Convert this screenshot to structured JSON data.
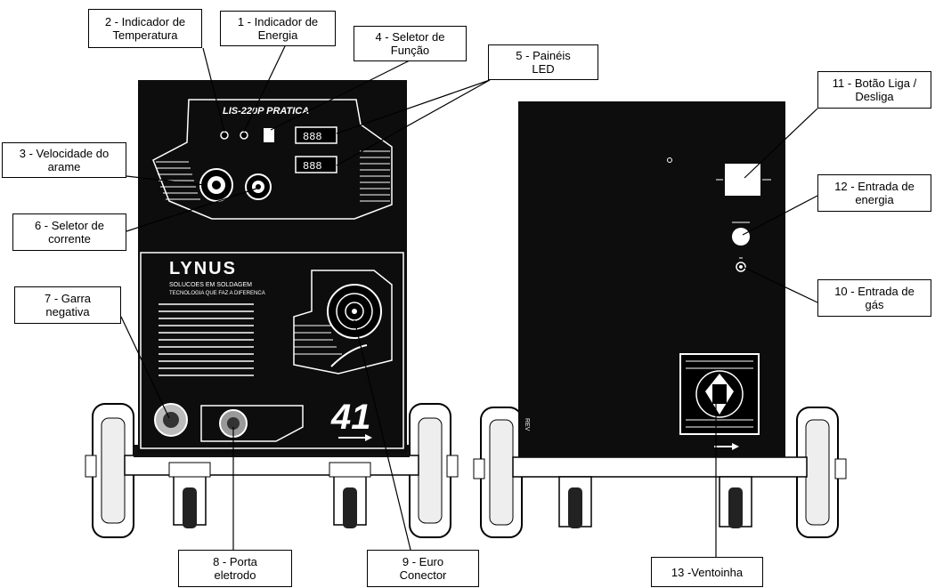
{
  "front_panel": {
    "model_text": "LIS-220P PRATICA",
    "brand_text": "LYNUS",
    "brand_subtext_1": "SOLUCOES EM SOLDAGEM",
    "brand_subtext_2": "TECNOLOGIA QUE FAZ A DIFERENCA",
    "big_number": "41",
    "led_display_1": "888",
    "led_display_2": "888"
  },
  "rear_panel": {
    "side_text": "REV"
  },
  "callouts": [
    {
      "id": "c2",
      "text": "2 - Indicador de\nTemperatura"
    },
    {
      "id": "c1",
      "text": "1 - Indicador de\nEnergia"
    },
    {
      "id": "c4",
      "text": "4 - Seletor de\nFunção"
    },
    {
      "id": "c5",
      "text": "5 - Painéis\nLED"
    },
    {
      "id": "c11",
      "text": "11 - Botão Liga /\nDesliga"
    },
    {
      "id": "c3",
      "text": "3 - Velocidade do\narame"
    },
    {
      "id": "c12",
      "text": "12 - Entrada de\nenergia"
    },
    {
      "id": "c6",
      "text": "6 - Seletor de\ncorrente"
    },
    {
      "id": "c10",
      "text": "10 - Entrada de\ngás"
    },
    {
      "id": "c7",
      "text": "7 - Garra\nnegativa"
    },
    {
      "id": "c8",
      "text": "8 - Porta\neletrodo"
    },
    {
      "id": "c9",
      "text": "9 - Euro\nConector"
    },
    {
      "id": "c13",
      "text": "13 -Ventoinha"
    }
  ]
}
